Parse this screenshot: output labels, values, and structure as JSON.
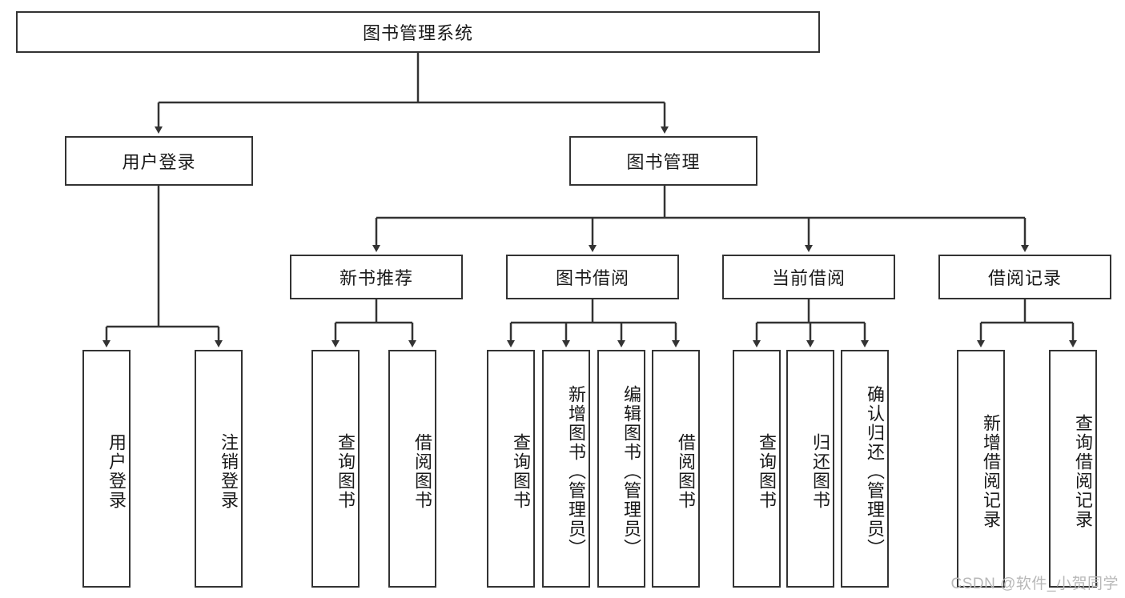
{
  "diagram": {
    "type": "hierarchy-tree",
    "root": {
      "label": "图书管理系统"
    },
    "level2": [
      {
        "label": "用户登录"
      },
      {
        "label": "图书管理"
      }
    ],
    "level3": [
      {
        "label": "新书推荐"
      },
      {
        "label": "图书借阅"
      },
      {
        "label": "当前借阅"
      },
      {
        "label": "借阅记录"
      }
    ],
    "leaves": {
      "user_login": [
        {
          "label": "用户登录"
        },
        {
          "label": "注销登录"
        }
      ],
      "new_book_recommend": [
        {
          "label": "查询图书"
        },
        {
          "label": "借阅图书"
        }
      ],
      "book_borrow": [
        {
          "label": "查询图书"
        },
        {
          "label": "新增图书（管理员）"
        },
        {
          "label": "编辑图书（管理员）"
        },
        {
          "label": "借阅图书"
        }
      ],
      "current_borrow": [
        {
          "label": "查询图书"
        },
        {
          "label": "归还图书"
        },
        {
          "label": "确认归还（管理员）"
        }
      ],
      "borrow_record": [
        {
          "label": "新增借阅记录"
        },
        {
          "label": "查询借阅记录"
        }
      ]
    }
  },
  "watermark": {
    "text": "CSDN @软件_小贺同学"
  },
  "colors": {
    "border": "#333333",
    "background": "#ffffff",
    "text": "#1a1a1a",
    "watermark": "#b8b8b8"
  }
}
